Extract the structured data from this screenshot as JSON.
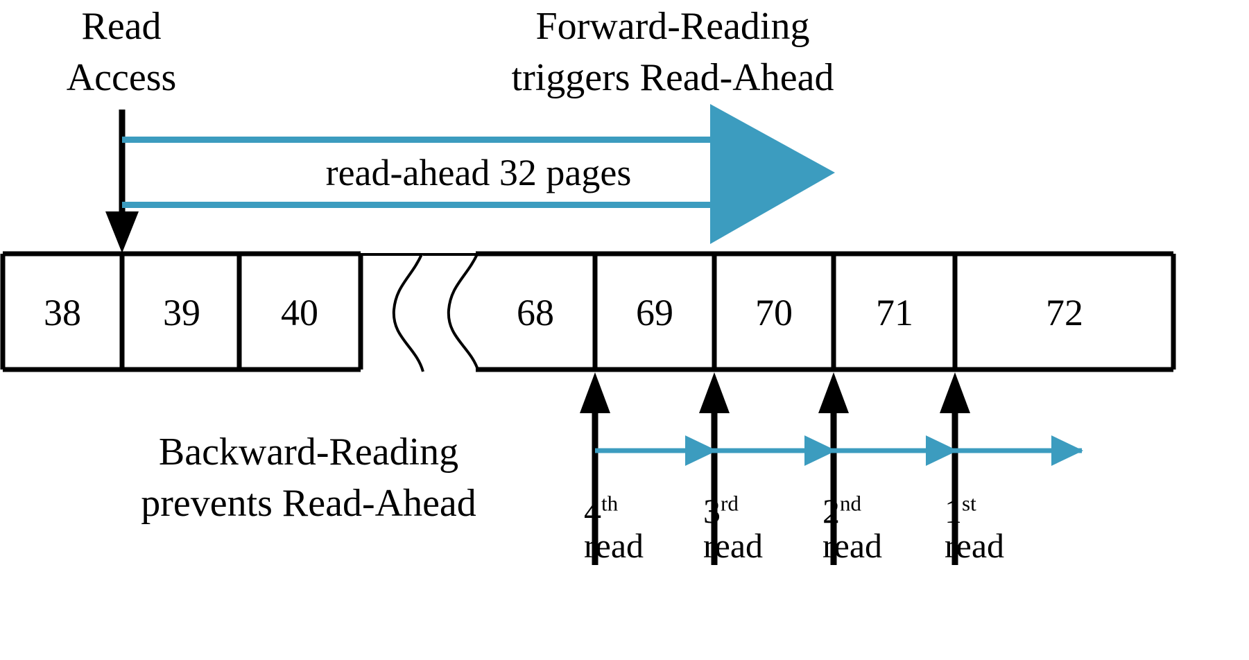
{
  "diagram": {
    "title_read_access": "Read\nAccess",
    "labels": {
      "read_access_line1": "Read",
      "read_access_line2": "Access",
      "forward_line1": "Forward-Reading",
      "forward_line2": "triggers Read-Ahead",
      "band_text": "read-ahead 32 pages",
      "backward_line1": "Backward-Reading",
      "backward_line2": "prevents Read-Ahead"
    },
    "colors": {
      "accent_blue": "#3C9CBF",
      "stroke_black": "#000000",
      "background": "#FFFFFF"
    },
    "pages_left": [
      "38",
      "39",
      "40"
    ],
    "pages_right": [
      "68",
      "69",
      "70",
      "71",
      "72"
    ],
    "reads": [
      {
        "ordinal": "4",
        "suffix": "th",
        "word": "read",
        "page": "69"
      },
      {
        "ordinal": "3",
        "suffix": "rd",
        "word": "read",
        "page": "70"
      },
      {
        "ordinal": "2",
        "suffix": "nd",
        "word": "read",
        "page": "71"
      },
      {
        "ordinal": "1",
        "suffix": "st",
        "word": "read",
        "page": "72"
      }
    ],
    "icons": {
      "read_access_arrow": "down-arrow-icon",
      "read_ahead_band": "right-block-arrow-icon",
      "backward_reads": "up-arrow-icon",
      "backward_sequence": "right-arrow-icon",
      "table_break": "squiggle-break-icon"
    }
  }
}
